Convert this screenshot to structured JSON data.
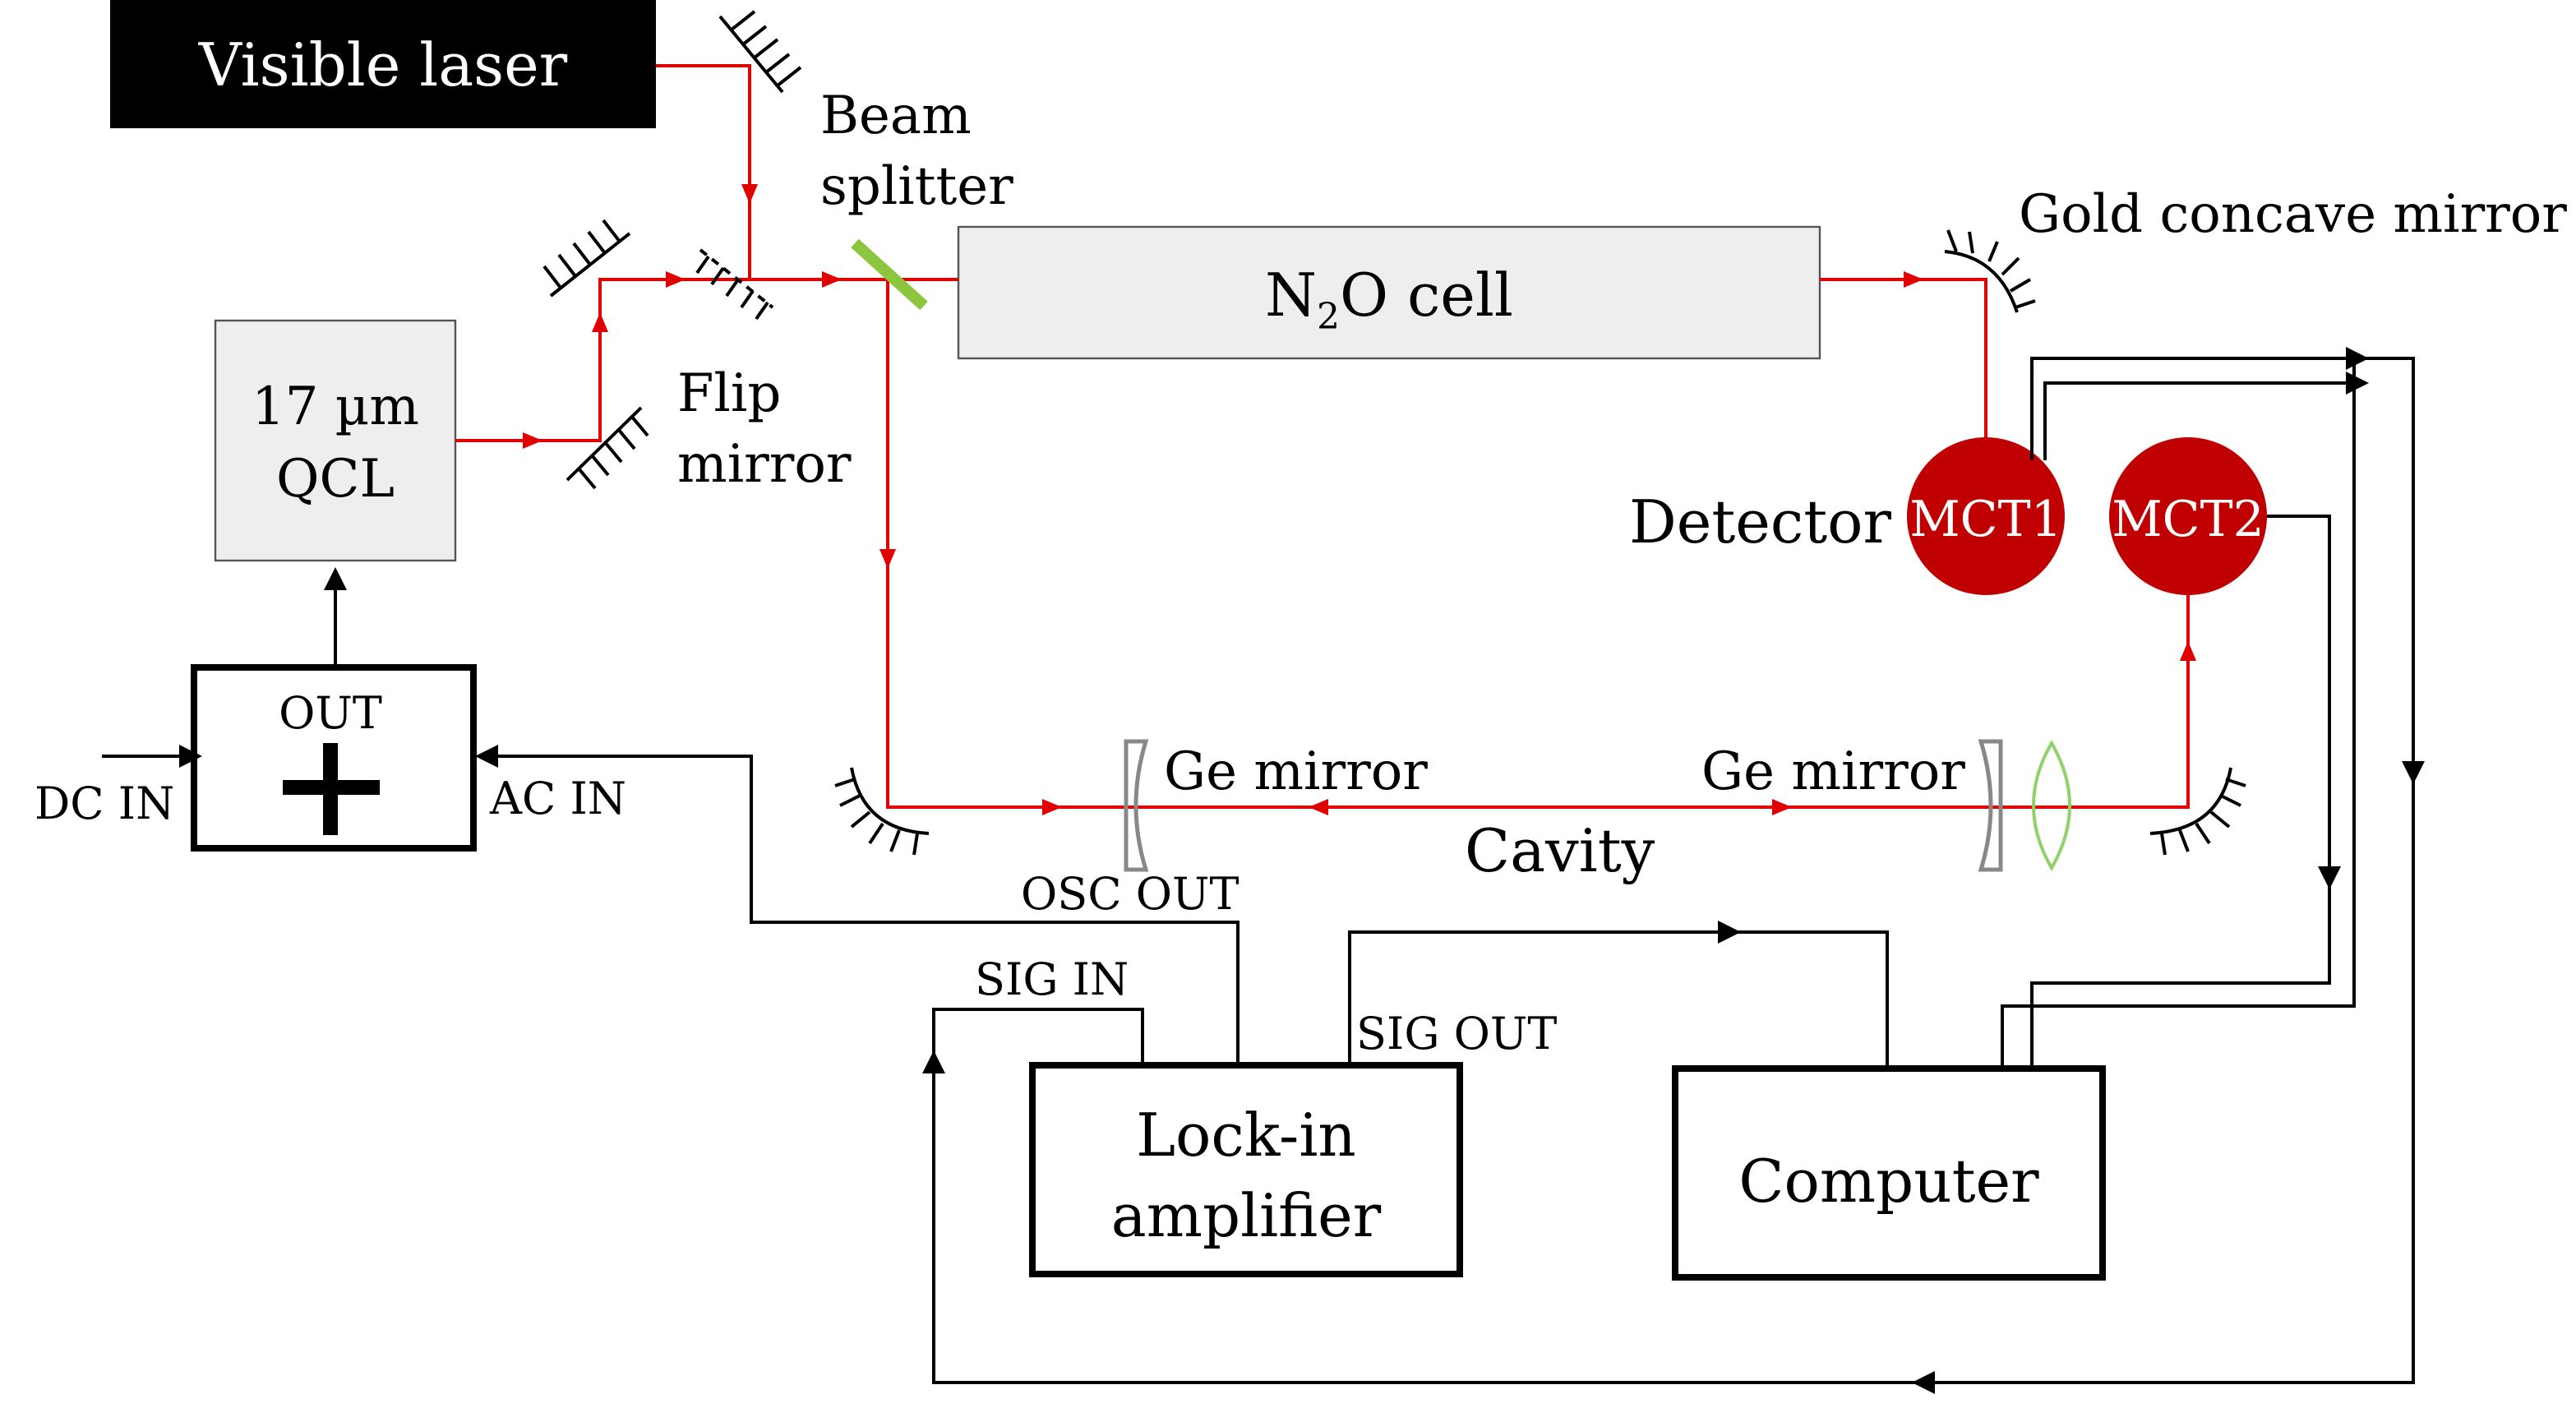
{
  "colors": {
    "beam": "#e00000",
    "wire": "#000000",
    "detector": "#c00000",
    "lens": "#8fd16a",
    "splitter": "#8cc63f",
    "box_fill": "#eeeeee",
    "ge_mirror": "#888888"
  },
  "labels": {
    "visible_laser": "Visible laser",
    "beam": "Beam",
    "splitter": "splitter",
    "gold_mirror": "Gold concave mirror",
    "cell_n": "N",
    "cell_sub": "2",
    "cell_rest": "O cell",
    "qcl_line1": "17 µm",
    "qcl_line2": "QCL",
    "flip": "Flip",
    "flip_mirror": "mirror",
    "detector": "Detector",
    "mct1": "MCT1",
    "mct2": "MCT2",
    "out": "OUT",
    "plus": "+",
    "dc_in": "DC IN",
    "ac_in": "AC IN",
    "ge_mirror_left": "Ge mirror",
    "ge_mirror_right": "Ge mirror",
    "cavity": "Cavity",
    "osc_out": "OSC OUT",
    "sig_in": "SIG IN",
    "sig_out": "SIG OUT",
    "lockin_line1": "Lock-in",
    "lockin_line2": "amplifier",
    "computer": "Computer"
  }
}
